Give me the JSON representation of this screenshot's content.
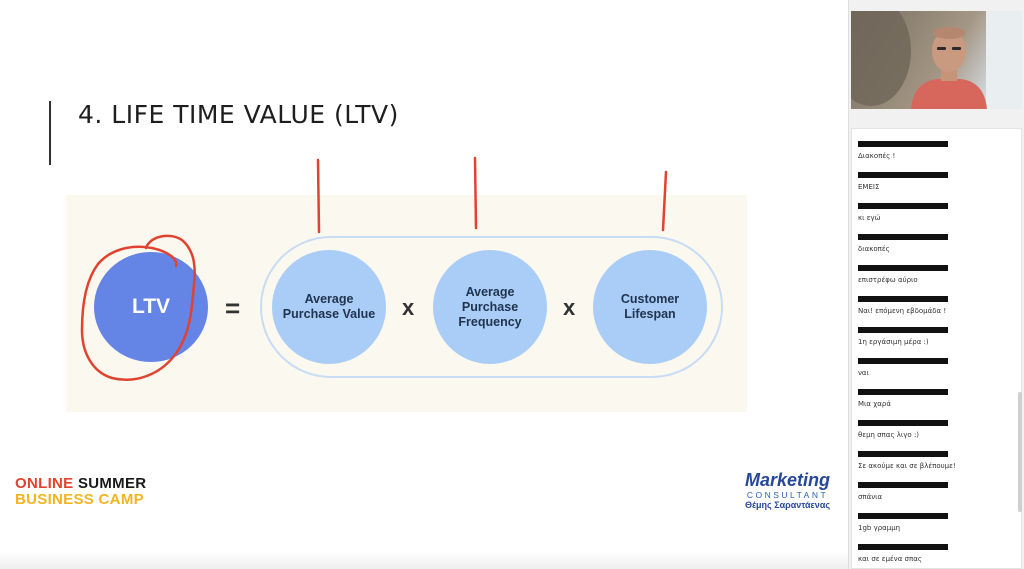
{
  "slide": {
    "title": "4. LIFE TIME VALUE (LTV)",
    "formula": {
      "result_label": "LTV",
      "equals": "=",
      "factors": [
        {
          "label": "Average Purchase Value"
        },
        {
          "label": "Average Purchase Frequency"
        },
        {
          "label": "Customer Lifespan"
        }
      ],
      "operator": "x"
    },
    "colors": {
      "ltv_circle": "#6485e6",
      "factor_circle": "#a9cdf7",
      "panel_background": "#fbf8ef",
      "annotation_ink": "#e0432f"
    },
    "camp_logo": {
      "line1_red": "ONLINE",
      "line1_black": "SUMMER",
      "line2": "BUSINESS CAMP"
    },
    "brand_logo": {
      "name": "Marketing",
      "sub": "CONSULTANT",
      "person": "Θέμης Σαραντάενας"
    }
  },
  "sidebar": {
    "video": {
      "label": "participant video"
    },
    "chat": {
      "messages": [
        {
          "text": "Διακοπές !"
        },
        {
          "text": "ΕΜΕΙΣ"
        },
        {
          "text": "κι εγώ"
        },
        {
          "text": "διακοπές"
        },
        {
          "text": "επιστρέφω αύριο"
        },
        {
          "text": "Ναι! επόμενη εβδομάδα !"
        },
        {
          "text": "1η εργάσιμη μέρα :)"
        },
        {
          "text": "ναι"
        },
        {
          "text": "Μια χαρά"
        },
        {
          "text": "θεμη σπας λιγο :)"
        },
        {
          "text": "Σε ακούμε και σε βλέπουμε!"
        },
        {
          "text": "σπάνια"
        },
        {
          "text": "1gb γραμμη"
        },
        {
          "text": "και σε εμένα σπας"
        }
      ]
    }
  }
}
